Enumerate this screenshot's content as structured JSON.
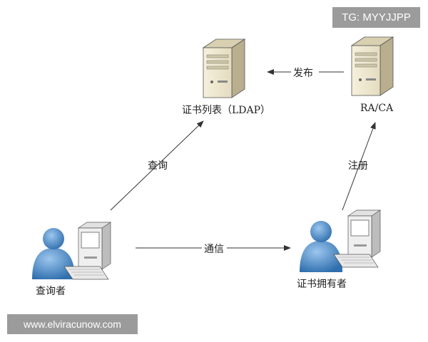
{
  "nodes": {
    "cert_list": "证书列表（LDAP）",
    "ra_ca": "RA/CA",
    "querier": "查询者",
    "cert_holder": "证书拥有者"
  },
  "edges": {
    "publish": "发布",
    "query": "查询",
    "register": "注册",
    "communicate": "通信"
  },
  "watermarks": {
    "top_right": "TG: MYYJJPP",
    "bottom_left": "www.elviracunow.com"
  },
  "colors": {
    "server_body": "#efe7cf",
    "person": "#3f7fbf",
    "arrow": "#333333"
  }
}
